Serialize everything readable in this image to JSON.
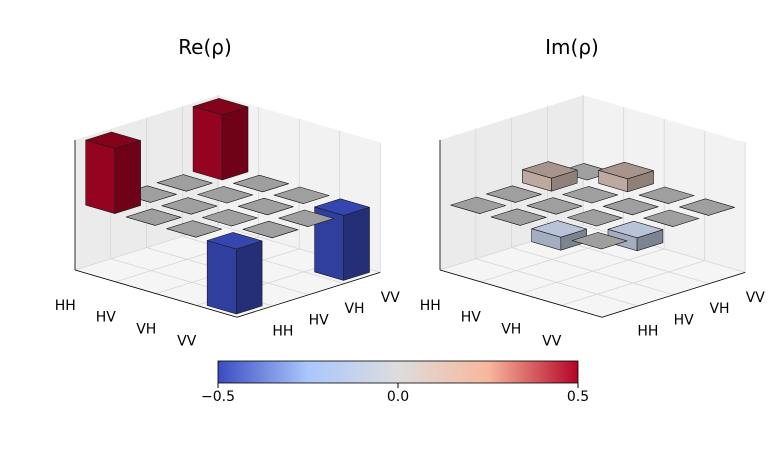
{
  "chart_data": [
    {
      "type": "bar3d",
      "title": "Re(ρ)",
      "row_labels": [
        "HH",
        "HV",
        "VH",
        "VV"
      ],
      "col_labels": [
        "HH",
        "HV",
        "VH",
        "VV"
      ],
      "values": [
        [
          0.5,
          0.0,
          0.0,
          0.5
        ],
        [
          0.0,
          0.0,
          0.0,
          0.0
        ],
        [
          0.0,
          0.0,
          0.0,
          0.0
        ],
        [
          -0.5,
          0.0,
          0.0,
          -0.5
        ]
      ],
      "zlim": [
        -0.5,
        0.5
      ]
    },
    {
      "type": "bar3d",
      "title": "Im(ρ)",
      "row_labels": [
        "HH",
        "HV",
        "VH",
        "VV"
      ],
      "col_labels": [
        "HH",
        "HV",
        "VH",
        "VV"
      ],
      "values": [
        [
          0.0,
          0.0,
          0.1,
          0.0
        ],
        [
          0.0,
          0.0,
          0.0,
          0.1
        ],
        [
          -0.1,
          0.0,
          0.0,
          0.0
        ],
        [
          0.0,
          -0.1,
          0.0,
          0.0
        ]
      ],
      "zlim": [
        -0.5,
        0.5
      ]
    }
  ],
  "colorbar": {
    "min": -0.5,
    "max": 0.5,
    "tick_labels": [
      "−0.5",
      "0.0",
      "0.5"
    ],
    "colors": [
      "#3b4cc0",
      "#aac7fd",
      "#dddddd",
      "#f7b89c",
      "#b40426"
    ]
  }
}
